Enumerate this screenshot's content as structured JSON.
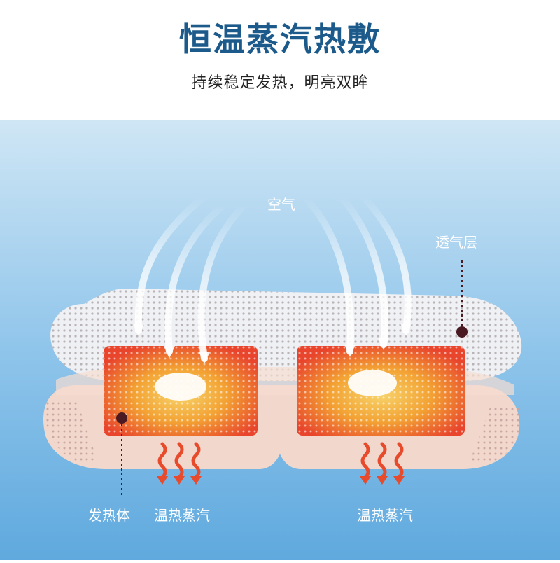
{
  "header": {
    "title": "恒温蒸汽热敷",
    "subtitle": "持续稳定发热，明亮双眸"
  },
  "diagram": {
    "labels": {
      "air": "空气",
      "breathable_layer": "透气层",
      "heating_body": "发热体",
      "steam_left": "温热蒸汽",
      "steam_right": "温热蒸汽"
    }
  },
  "colors": {
    "title": "#1b5a8a",
    "background_top": "#cfe6f5",
    "background_bottom": "#5fa9de",
    "heater_core": "#f3b233",
    "heater_edge": "#e8452c",
    "marker": "#4a1a22"
  }
}
